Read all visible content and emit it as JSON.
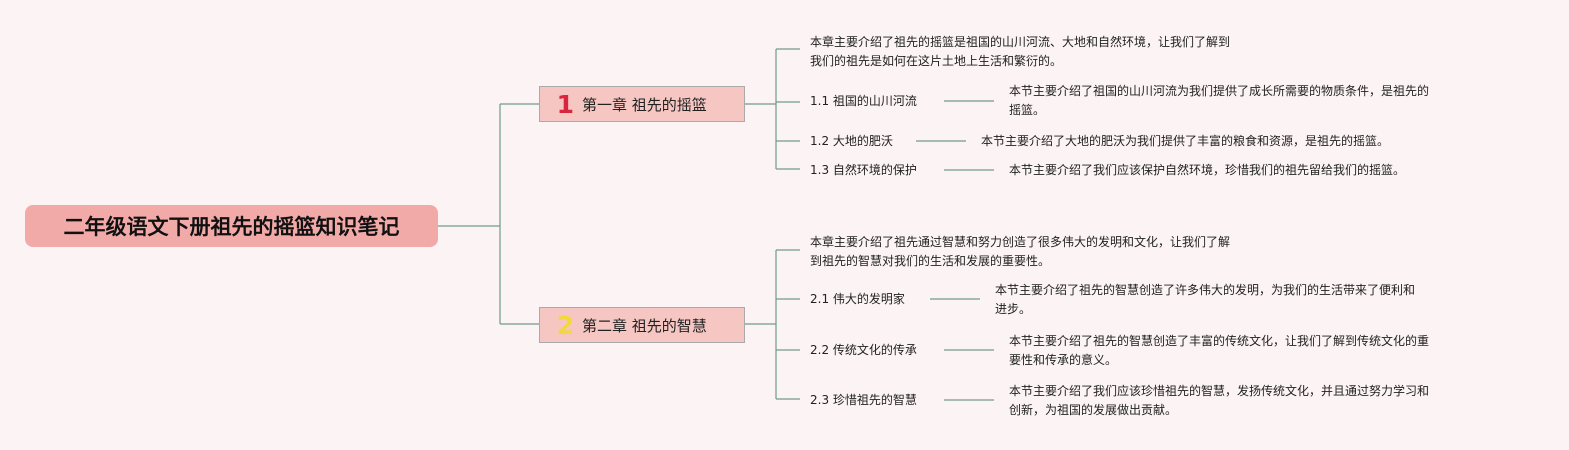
{
  "colors": {
    "background": "#fbf3f4",
    "root": "#f2aaa9",
    "chapter": "#f5c6c2",
    "line": "#6f9b8c",
    "number1": "#d7263d",
    "number2": "#f3d83b"
  },
  "root": {
    "title": "二年级语文下册祖先的摇篮知识笔记"
  },
  "chapters": [
    {
      "number": "1",
      "title": "第一章 祖先的摇篮",
      "summary_line1": "本章主要介绍了祖先的摇篮是祖国的山川河流、大地和自然环境，让我们了解到",
      "summary_line2": "我们的祖先是如何在这片土地上生活和繁衍的。",
      "sections": [
        {
          "label": "1.1 祖国的山川河流",
          "desc_line1": "本节主要介绍了祖国的山川河流为我们提供了成长所需要的物质条件，是祖先的",
          "desc_line2": "摇篮。"
        },
        {
          "label": "1.2 大地的肥沃",
          "desc_line1": "本节主要介绍了大地的肥沃为我们提供了丰富的粮食和资源，是祖先的摇篮。",
          "desc_line2": ""
        },
        {
          "label": "1.3 自然环境的保护",
          "desc_line1": "本节主要介绍了我们应该保护自然环境，珍惜我们的祖先留给我们的摇篮。",
          "desc_line2": ""
        }
      ]
    },
    {
      "number": "2",
      "title": "第二章 祖先的智慧",
      "summary_line1": "本章主要介绍了祖先通过智慧和努力创造了很多伟大的发明和文化，让我们了解",
      "summary_line2": "到祖先的智慧对我们的生活和发展的重要性。",
      "sections": [
        {
          "label": "2.1 伟大的发明家",
          "desc_line1": "本节主要介绍了祖先的智慧创造了许多伟大的发明，为我们的生活带来了便利和",
          "desc_line2": "进步。"
        },
        {
          "label": "2.2 传统文化的传承",
          "desc_line1": "本节主要介绍了祖先的智慧创造了丰富的传统文化，让我们了解到传统文化的重",
          "desc_line2": "要性和传承的意义。"
        },
        {
          "label": "2.3 珍惜祖先的智慧",
          "desc_line1": "本节主要介绍了我们应该珍惜祖先的智慧，发扬传统文化，并且通过努力学习和",
          "desc_line2": "创新，为祖国的发展做出贡献。"
        }
      ]
    }
  ]
}
